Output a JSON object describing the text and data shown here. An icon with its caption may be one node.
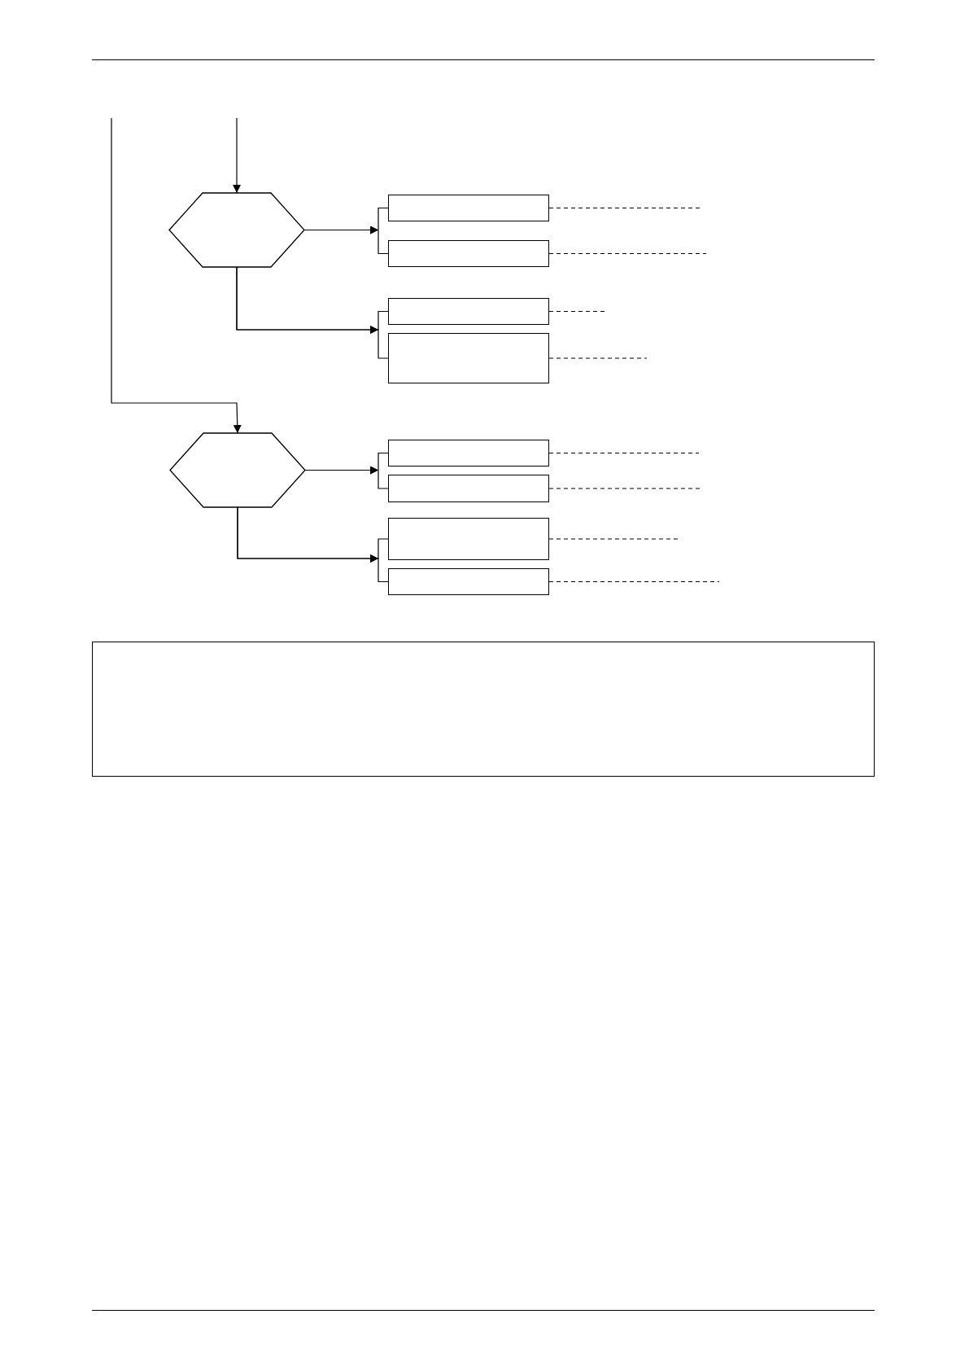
{
  "diagram": {
    "nodes": [
      {
        "text": [],
        "shape": "hexagon"
      },
      {
        "text": [],
        "shape": "box"
      },
      {
        "text": [],
        "shape": "box"
      },
      {
        "text": [],
        "shape": "box"
      },
      {
        "text": [],
        "shape": "box"
      },
      {
        "text": [],
        "shape": "hexagon"
      },
      {
        "text": [],
        "shape": "box"
      },
      {
        "text": [],
        "shape": "box"
      },
      {
        "text": [],
        "shape": "box"
      },
      {
        "text": [],
        "shape": "box"
      },
      {
        "text": [],
        "shape": "box"
      }
    ],
    "edges": [
      {
        "from": null,
        "to": 0,
        "arrow": "to"
      },
      {
        "from": 0,
        "to": 1,
        "arrow": "to"
      },
      {
        "from": 0,
        "to": 2,
        "arrow": "to"
      },
      {
        "from": 0,
        "to": 3,
        "arrow": "to"
      },
      {
        "from": 0,
        "to": 4,
        "arrow": "to"
      },
      {
        "from": 1,
        "to": null,
        "arrow": "none",
        "style": "dashed"
      },
      {
        "from": 2,
        "to": null,
        "arrow": "none",
        "style": "dashed"
      },
      {
        "from": 3,
        "to": null,
        "arrow": "none",
        "style": "dashed"
      },
      {
        "from": 4,
        "to": null,
        "arrow": "none",
        "style": "dashed"
      },
      {
        "from": null,
        "to": 5,
        "arrow": "to"
      },
      {
        "from": 5,
        "to": 6,
        "arrow": "to"
      },
      {
        "from": 5,
        "to": 7,
        "arrow": "to"
      },
      {
        "from": 5,
        "to": 8,
        "arrow": "to"
      },
      {
        "from": 5,
        "to": 9,
        "arrow": "to"
      },
      {
        "from": 6,
        "to": null,
        "arrow": "none",
        "style": "dashed"
      },
      {
        "from": 7,
        "to": null,
        "arrow": "none",
        "style": "dashed"
      },
      {
        "from": 8,
        "to": null,
        "arrow": "none",
        "style": "dashed"
      },
      {
        "from": 9,
        "to": null,
        "arrow": "none",
        "style": "dashed"
      }
    ]
  }
}
